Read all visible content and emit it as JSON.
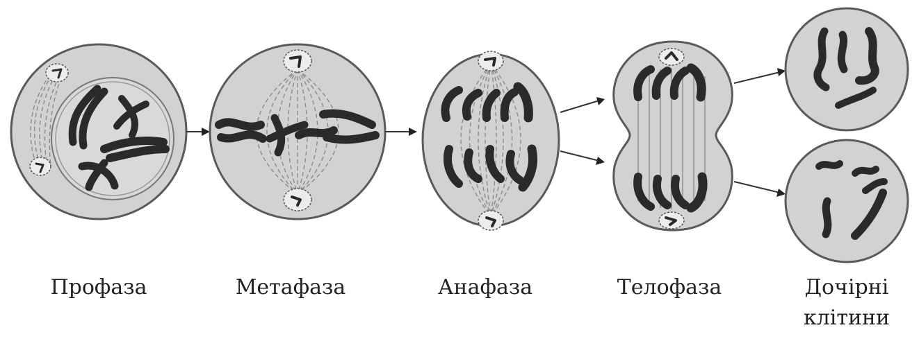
{
  "stages": [
    {
      "label": "Профаза"
    },
    {
      "label": "Метафаза"
    },
    {
      "label": "Анафаза"
    },
    {
      "label": "Телофаза"
    },
    {
      "label_line1": "Дочірні",
      "label_line2": "клітини"
    }
  ],
  "colors": {
    "cytoplasm": "#d2d2d2",
    "outline": "#5a5a5a",
    "chromosome": "#2a2a2a",
    "arrow": "#222222"
  }
}
